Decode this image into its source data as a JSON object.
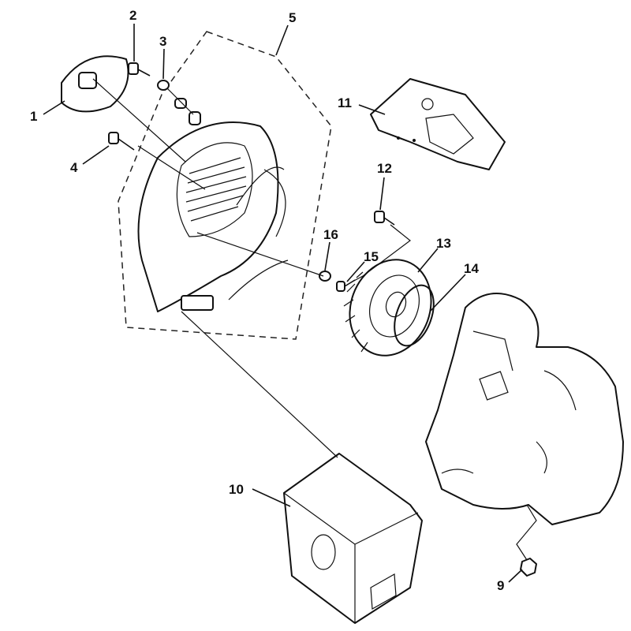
{
  "diagram": {
    "callouts": [
      {
        "id": "1",
        "text": "1"
      },
      {
        "id": "2",
        "text": "2"
      },
      {
        "id": "3",
        "text": "3"
      },
      {
        "id": "4",
        "text": "4"
      },
      {
        "id": "5",
        "text": "5"
      },
      {
        "id": "9",
        "text": "9"
      },
      {
        "id": "10",
        "text": "10"
      },
      {
        "id": "11",
        "text": "11"
      },
      {
        "id": "12",
        "text": "12"
      },
      {
        "id": "13",
        "text": "13"
      },
      {
        "id": "14",
        "text": "14"
      },
      {
        "id": "15",
        "text": "15"
      },
      {
        "id": "16",
        "text": "16"
      }
    ]
  }
}
